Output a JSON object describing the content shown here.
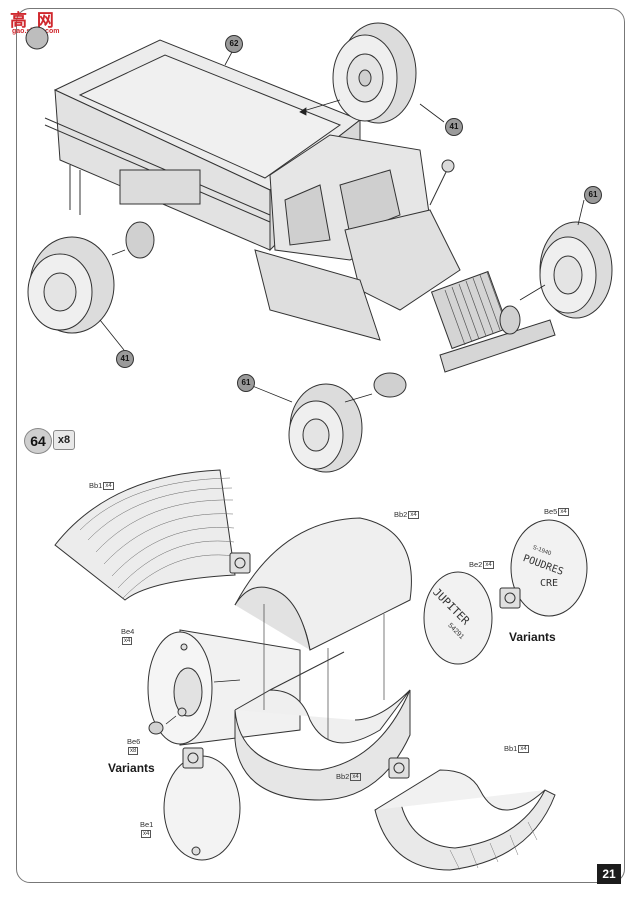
{
  "watermark": {
    "title": "高 网",
    "url": "gao.shop.com"
  },
  "step": {
    "number": "64",
    "multiplier": "x8"
  },
  "page_number": "21",
  "callouts": [
    {
      "id": "c62",
      "label": "62"
    },
    {
      "id": "c41a",
      "label": "41"
    },
    {
      "id": "c61a",
      "label": "61"
    },
    {
      "id": "c41b",
      "label": "41"
    },
    {
      "id": "c61b",
      "label": "61"
    }
  ],
  "parts": {
    "bb1_top": {
      "code": "Bb1",
      "qty": "x4"
    },
    "bb2_top": {
      "code": "Bb2",
      "qty": "x4"
    },
    "be5": {
      "code": "Be5",
      "qty": "x4"
    },
    "be2": {
      "code": "Be2",
      "qty": "x4"
    },
    "be4": {
      "code": "Be4",
      "qty": "x4"
    },
    "be6": {
      "code": "Be6",
      "qty": "x8"
    },
    "bb2_bottom": {
      "code": "Bb2",
      "qty": "x4"
    },
    "bb1_bottom": {
      "code": "Bb1",
      "qty": "x4"
    },
    "be1": {
      "code": "Be1",
      "qty": "x4"
    }
  },
  "variants_label": "Variants",
  "lid_texts": {
    "jupiter": "JUPITER",
    "jupiter_num": "54291",
    "poudres": "POUDRES",
    "cre": "CRE",
    "poudres_year": "S-1940"
  }
}
